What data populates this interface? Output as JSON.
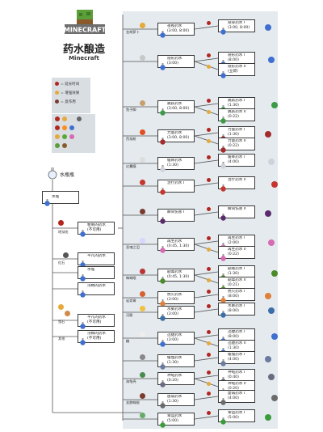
{
  "header": {
    "logo_text": "MINECRAFT",
    "title": "药水酿造",
    "subtitle": "Minecraft"
  },
  "legend": {
    "items": [
      "= 延长时间",
      "= 增强效果",
      "= 反作用"
    ]
  },
  "start": {
    "bottle": "水瓶瓶",
    "water": "水瓶"
  },
  "left_boxes": [
    {
      "label": "粗制的药水\n(不可用)"
    },
    {
      "label": "平凡的药水"
    },
    {
      "label": "水瓶"
    },
    {
      "label": "浓稠的药水"
    },
    {
      "label": "平凡的药水\n(不可用)"
    },
    {
      "label": "浓稠的药水\n(不可用)"
    }
  ],
  "left_labels": [
    "地狱疣",
    "红石",
    "萤石",
    "其他"
  ],
  "rows": [
    {
      "mid": "夜视药水\n(3:00, 8:00)",
      "outs": [
        "隐身药水 I\n(3:00, 8:00)"
      ],
      "ing_label": "金胡萝卜"
    },
    {
      "mid": "隐形药水\n(3:00)",
      "outs": [
        "隐形药水 I\n(8:00)",
        "隐形药水 II\n(立即)"
      ],
      "ing_label": ""
    },
    {
      "mid": "跳跃药水\n(3:00, 8:00)",
      "outs": [
        "跳跃药水 I\n(1:30)",
        "跳跃药水 II\n(0:22)"
      ],
      "ing_label": "兔子脚"
    },
    {
      "mid": "力量药水\n(3:00, 8:00)",
      "outs": [
        "力量药水 I\n(1:30)",
        "力量药水 II\n(0:22)"
      ],
      "ing_label": "烈焰粉"
    },
    {
      "mid": "缓降药水\n(1:30)",
      "outs": [
        "缓降药水 I\n(4:00)"
      ],
      "ing_label": "幻翼膜"
    },
    {
      "mid": "治疗药水 I",
      "outs": [
        "治疗药水 II"
      ],
      "ing_label": ""
    },
    {
      "mid": "瞬间伤害 I",
      "outs": [
        "瞬间伤害 II"
      ],
      "ing_label": ""
    },
    {
      "mid": "再生药水\n(0:45, 1:30)",
      "outs": [
        "再生药水 I\n(2:00)",
        "再生药水 II\n(0:22)"
      ],
      "ing_label": "恶魂之泪"
    },
    {
      "mid": "剧毒药水\n(0:45, 1:30)",
      "outs": [
        "剧毒药水 I\n(1:30)",
        "剧毒药水 II\n(0:21)"
      ],
      "ing_label": "蜘蛛眼"
    },
    {
      "mid": "抗火药水\n(3:00)",
      "outs": [
        "抗火药水 I\n(8:00)"
      ],
      "ing_label": "岩浆膏"
    },
    {
      "mid": "水肺药水\n(3:00)",
      "outs": [
        "水肺药水 I\n(8:00)"
      ],
      "ing_label": "河豚"
    },
    {
      "mid": "迅捷药水\n(3:00)",
      "outs": [
        "迅捷药水 I\n(8:00)",
        "迅捷药水 II\n(1:30)"
      ],
      "ing_label": "糖"
    },
    {
      "mid": "缓慢药水\n(1:30)",
      "outs": [
        "缓慢药水 I\n(4:00)"
      ],
      "ing_label": ""
    },
    {
      "mid": "神龟药水\n(0:20)",
      "outs": [
        "神龟药水 I\n(0:40)",
        "神龟药水 II\n(0:20)"
      ],
      "ing_label": "海龟壳"
    },
    {
      "mid": "虚弱药水\n(1:30)",
      "outs": [
        "虚弱药水 I\n(4:00)"
      ],
      "ing_label": "发酵蛛眼"
    },
    {
      "mid": "幸运药水\n(5:00)",
      "outs": [
        "幸运药水 I\n(5:00)"
      ],
      "ing_label": ""
    }
  ],
  "colors": {
    "panel": "#e4eaee",
    "line": "#555555",
    "box_border": "#3a3a3a",
    "redstone": "#b3261e",
    "glowstone": "#e6a93a",
    "potion_blue": "#3f6fd0",
    "potion_red": "#c4362e",
    "potion_pink": "#d66ab3"
  }
}
